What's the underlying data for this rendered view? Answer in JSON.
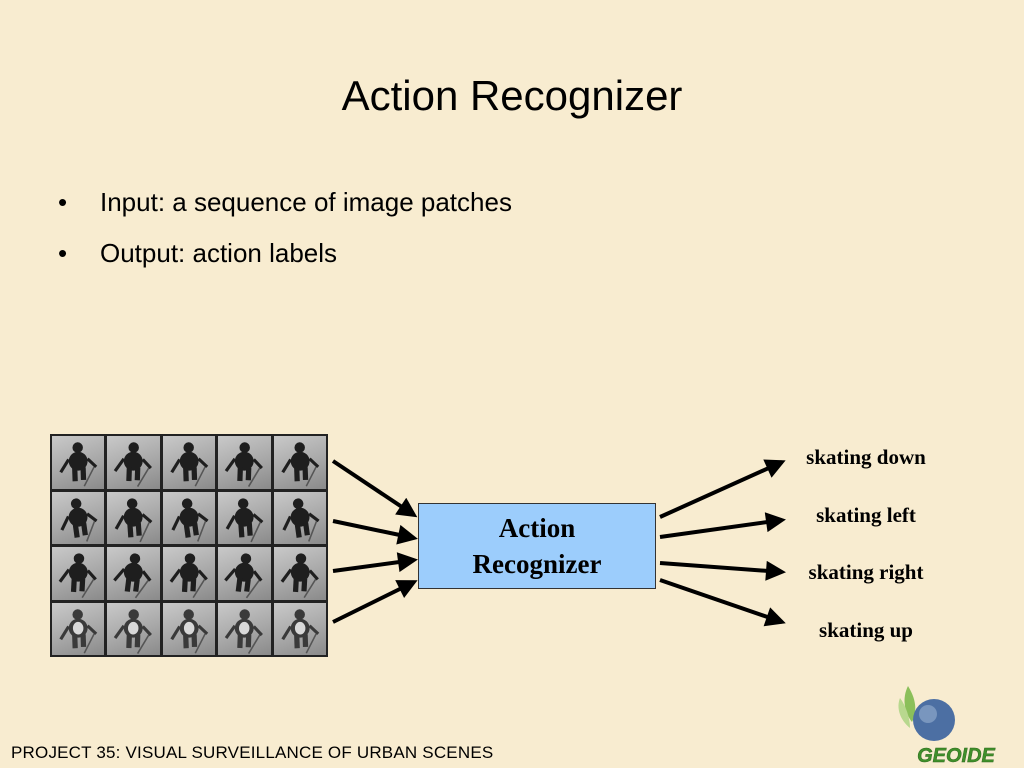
{
  "slide": {
    "title": "Action Recognizer",
    "bullets": [
      {
        "marker": "•",
        "text": "Input: a sequence of image patches"
      },
      {
        "marker": "•",
        "text": "Output: action labels"
      }
    ]
  },
  "diagram": {
    "box_label": "Action Recognizer",
    "outputs": [
      "skating down",
      "skating left",
      "skating right",
      "skating up"
    ],
    "box_color": "#9ccdfc",
    "background_color": "#f8ecd0"
  },
  "footer": {
    "text": "PROJECT 35:  VISUAL SURVEILLANCE OF URBAN SCENES"
  },
  "logo": {
    "text": "GEOIDE",
    "text_color": "#3f8f2a"
  }
}
